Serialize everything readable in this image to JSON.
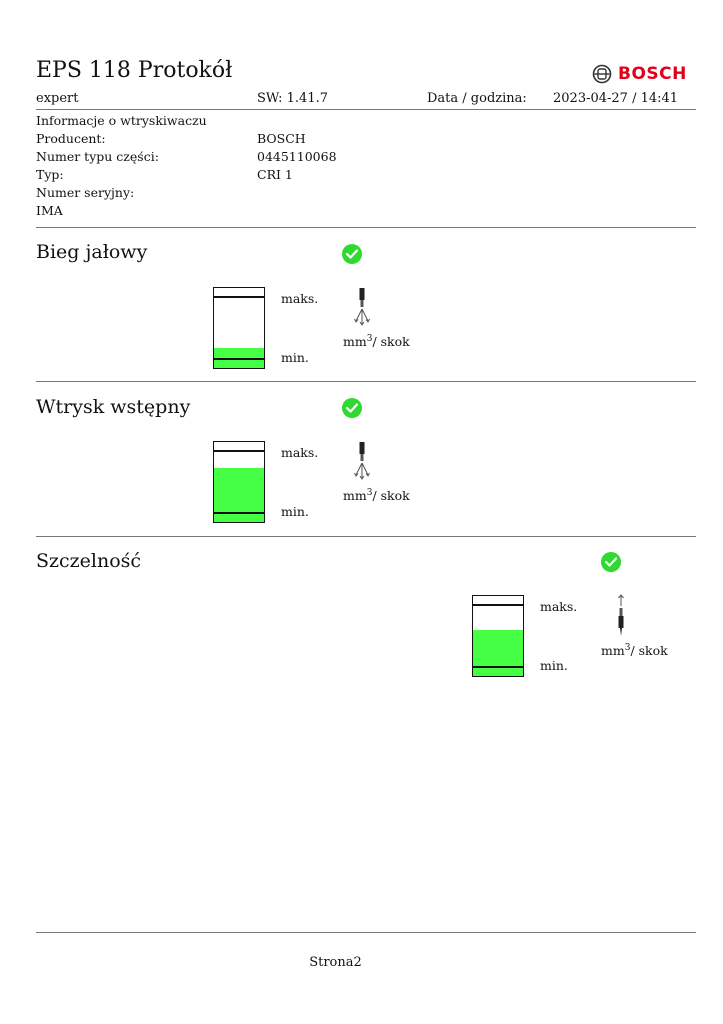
{
  "header": {
    "title": "EPS 118 Protokół",
    "brand": "BOSCH",
    "user": "expert",
    "sw": "SW: 1.41.7",
    "date_label": "Data / godzina:",
    "date_value": "2023-04-27 / 14:41"
  },
  "info": {
    "heading": "Informacje o wtryskiwaczu",
    "rows": [
      {
        "label": "Producent:",
        "value": "BOSCH"
      },
      {
        "label": "Numer typu części:",
        "value": "0445110068"
      },
      {
        "label": "Typ:",
        "value": "CRI 1"
      },
      {
        "label": "Numer seryjny:",
        "value": ""
      }
    ],
    "ima_label": "IMA"
  },
  "sections": [
    {
      "title": "Bieg jałowy",
      "status": "ok",
      "fill_fraction": 0.25,
      "max_label": "maks.",
      "min_label": "min.",
      "unit_prefix": "mm",
      "unit_exp": "3",
      "unit_suffix": "/ skok"
    },
    {
      "title": "Wtrysk wstępny",
      "status": "ok",
      "fill_fraction": 0.68,
      "max_label": "maks.",
      "min_label": "min.",
      "unit_prefix": "mm",
      "unit_exp": "3",
      "unit_suffix": "/ skok"
    },
    {
      "title": "Szczelność",
      "status": "ok",
      "fill_fraction": 0.58,
      "max_label": "maks.",
      "min_label": "min.",
      "unit_prefix": "mm",
      "unit_exp": "3",
      "unit_suffix": "/ skok"
    }
  ],
  "footer": {
    "page": "Strona2"
  },
  "colors": {
    "brand": "#e2001a",
    "ok": "#2fd92f",
    "fill": "#44ff44"
  },
  "icons": {
    "status": "check-circle-icon",
    "injector": "injector-icon"
  }
}
